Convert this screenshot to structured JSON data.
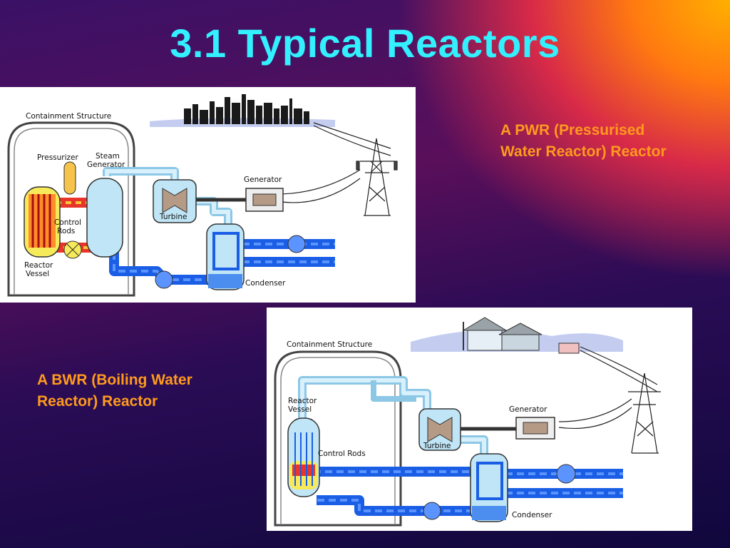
{
  "slide": {
    "title": "3.1 Typical Reactors",
    "pwr_caption_line1": "A PWR (Pressurised",
    "pwr_caption_line2": "Water Reactor) Reactor",
    "bwr_caption_line1": "A BWR (Boiling Water",
    "bwr_caption_line2": "Reactor) Reactor"
  },
  "pwr_diagram": {
    "containment": "Containment Structure",
    "pressurizer": "Pressurizer",
    "steam_generator_1": "Steam",
    "steam_generator_2": "Generator",
    "control_rods_1": "Control",
    "control_rods_2": "Rods",
    "reactor_vessel_1": "Reactor",
    "reactor_vessel_2": "Vessel",
    "generator": "Generator",
    "turbine": "Turbine",
    "condenser": "Condenser"
  },
  "bwr_diagram": {
    "containment": "Containment Structure",
    "reactor_vessel_1": "Reactor",
    "reactor_vessel_2": "Vessel",
    "control_rods": "Control Rods",
    "generator": "Generator",
    "turbine": "Turbine",
    "condenser": "Condenser"
  },
  "colors": {
    "title": "#33f0ff",
    "caption": "#ff9a1e",
    "steam_pipe": "#a8dcf2",
    "water_pipe": "#1b5ee6",
    "hot_loop": "#e8342a",
    "core": "#f7ea5a"
  }
}
